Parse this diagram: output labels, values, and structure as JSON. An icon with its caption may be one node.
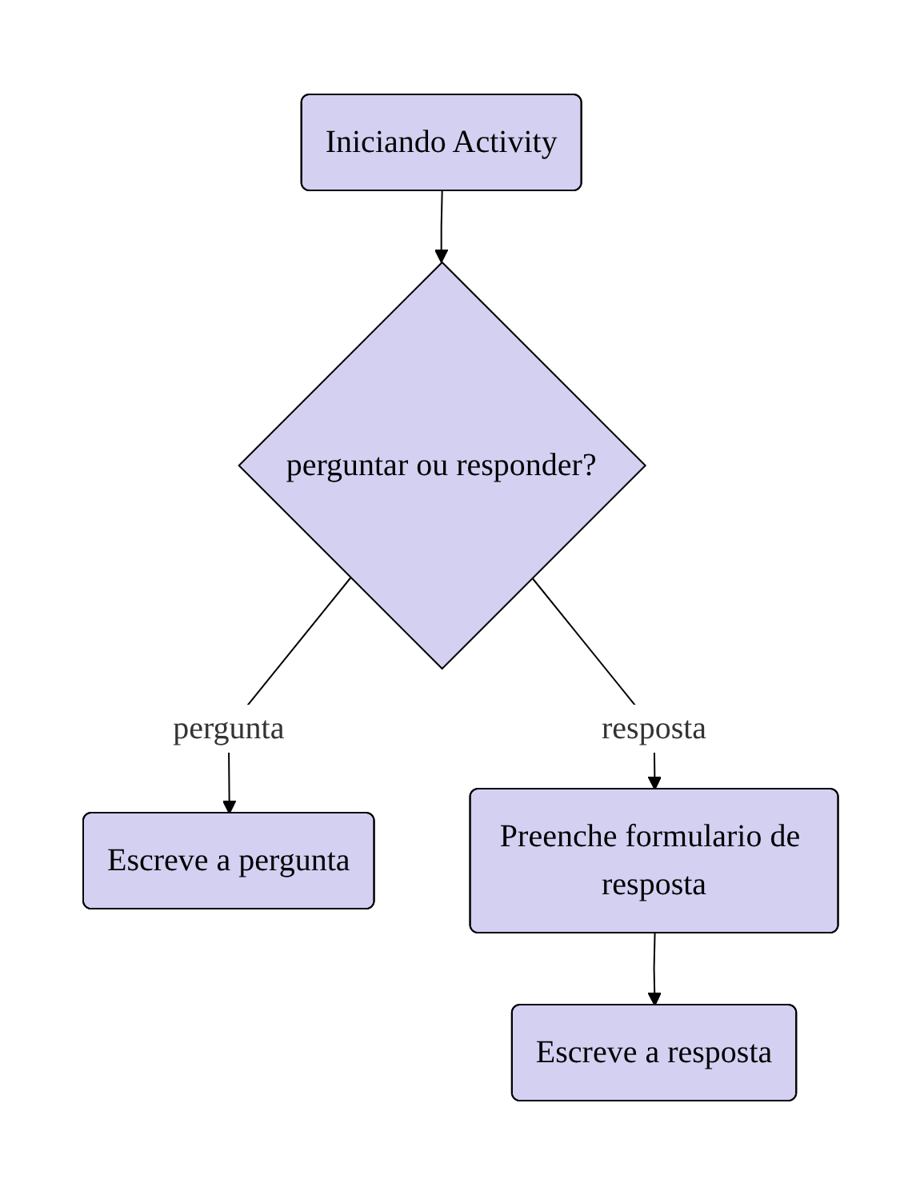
{
  "diagram": {
    "nodes": [
      {
        "text": [
          "Iniciando Activity"
        ]
      },
      {
        "text": [
          "perguntar ou responder?"
        ]
      },
      {
        "text": [
          "Escreve a pergunta"
        ]
      },
      {
        "text": [
          "Preenche formulario de resposta"
        ]
      },
      {
        "text": [
          "Escreve a resposta"
        ]
      }
    ],
    "edges": [
      {
        "from": 0,
        "to": 1,
        "arrow": "to"
      },
      {
        "from": 1,
        "to": 2,
        "label": "pergunta",
        "arrow": "to"
      },
      {
        "from": 1,
        "to": 3,
        "label": "resposta",
        "arrow": "to"
      },
      {
        "from": 3,
        "to": 4,
        "arrow": "to"
      }
    ]
  }
}
